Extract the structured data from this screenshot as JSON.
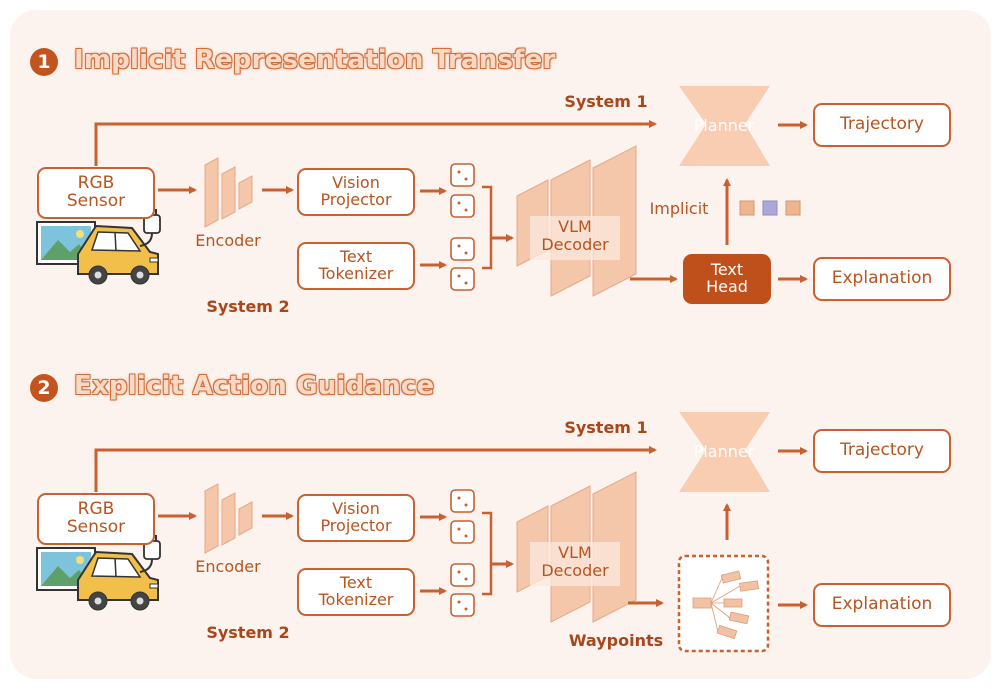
{
  "sections": [
    {
      "number": "1",
      "title": "Implicit Representation Transfer",
      "system1": "System 1",
      "system2": "System 2",
      "rgb_sensor": "RGB\nSensor",
      "encoder": "Encoder",
      "vision_projector": "Vision\nProjector",
      "text_tokenizer": "Text\nTokenizer",
      "vlm_decoder": "VLM\nDecoder",
      "planner": "Planner",
      "trajectory": "Trajectory",
      "implicit": "Implicit",
      "text_head": "Text\nHead",
      "explanation": "Explanation"
    },
    {
      "number": "2",
      "title": "Explicit Action Guidance",
      "system1": "System 1",
      "system2": "System 2",
      "rgb_sensor": "RGB\nSensor",
      "encoder": "Encoder",
      "vision_projector": "Vision\nProjector",
      "text_tokenizer": "Text\nTokenizer",
      "vlm_decoder": "VLM\nDecoder",
      "planner": "Planner",
      "trajectory": "Trajectory",
      "waypoints": "Waypoints",
      "explanation": "Explanation"
    }
  ],
  "colors": {
    "panel_bg": "#fcf3ee",
    "accent": "#c4541e",
    "arrow": "#c86030",
    "layer_fill": "#f4c6aa",
    "planner_fill": "#f8cdb2",
    "token_a": "#efb58e",
    "token_b": "#a9a8d6",
    "token_c": "#efb58e"
  },
  "icons": [
    "camera-icon",
    "car-icon",
    "plug-icon",
    "token-icon"
  ]
}
